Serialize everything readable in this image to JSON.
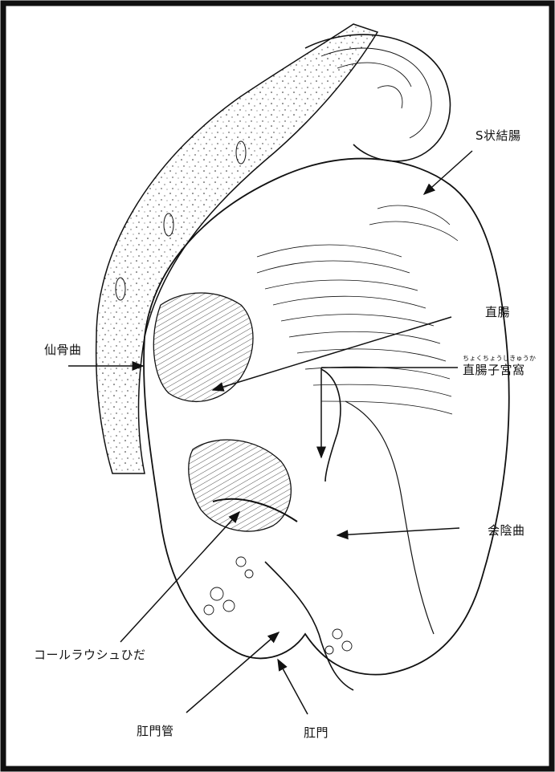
{
  "labels": {
    "sigmoid": "S状結腸",
    "rectum": "直腸",
    "pouch_ruby": "ちょくちょうしきゅうか",
    "pouch": "直腸子宮窩",
    "sacral_flexure": "仙骨曲",
    "perineal_flexure": "会陰曲",
    "kohlrausch": "コールラウシュひだ",
    "anal_canal": "肛門管",
    "anus": "肛門"
  },
  "colors": {
    "frame": "#111111",
    "ink": "#111111",
    "bone_fill": "#f7f7f7"
  }
}
